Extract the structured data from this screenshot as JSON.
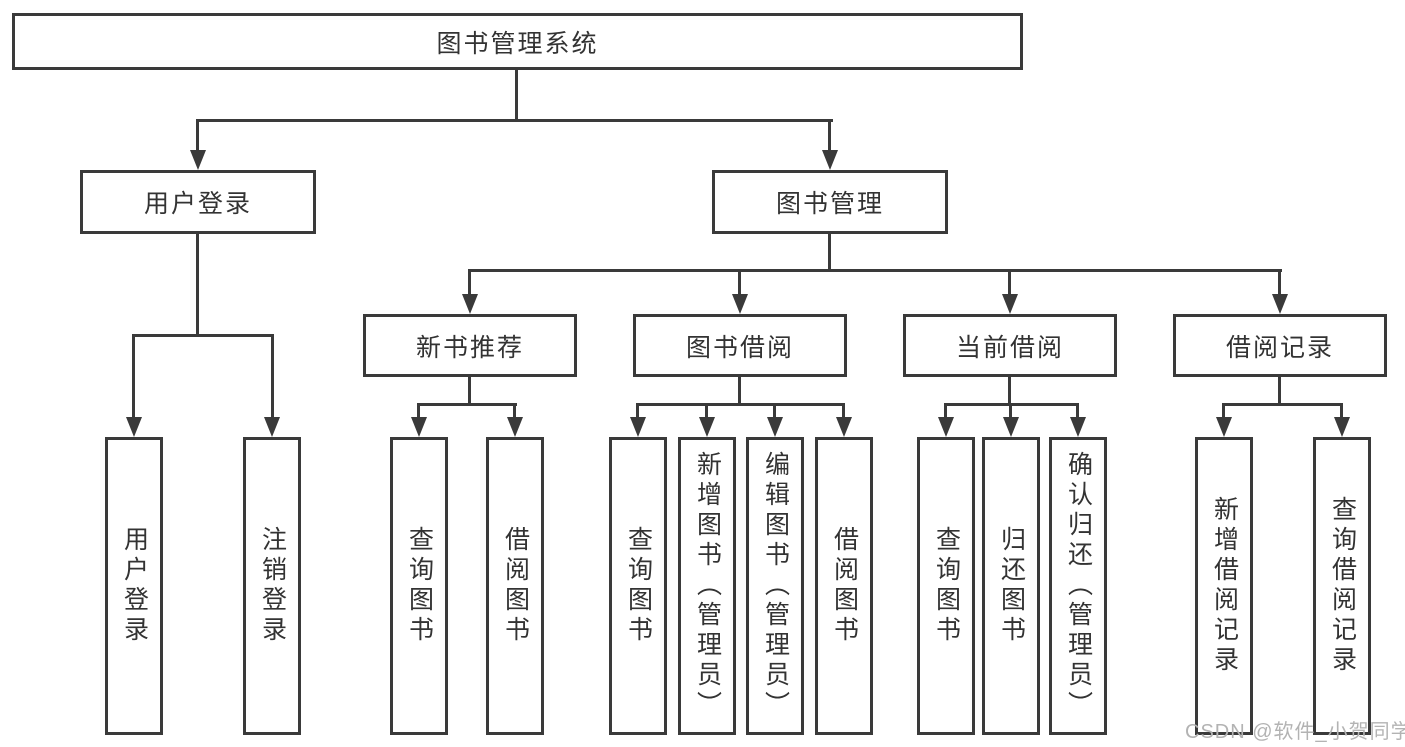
{
  "diagram": {
    "root": "图书管理系统",
    "branches": [
      {
        "label": "用户登录",
        "children": [
          "用户登录",
          "注销登录"
        ]
      },
      {
        "label": "图书管理",
        "sections": [
          {
            "label": "新书推荐",
            "children": [
              "查询图书",
              "借阅图书"
            ]
          },
          {
            "label": "图书借阅",
            "children": [
              "查询图书",
              "新增图书（管理员）",
              "编辑图书（管理员）",
              "借阅图书"
            ]
          },
          {
            "label": "当前借阅",
            "children": [
              "查询图书",
              "归还图书",
              "确认归还（管理员）"
            ]
          },
          {
            "label": "借阅记录",
            "children": [
              "新增借阅记录",
              "查询借阅记录"
            ]
          }
        ]
      }
    ]
  },
  "watermark": {
    "text": "CSDN @软件_小贺同学"
  },
  "colors": {
    "background": "#ffffff",
    "border": "#3a3a3a",
    "line": "#3a3a3a",
    "text": "#333333",
    "watermark": "#b3b3b3"
  }
}
